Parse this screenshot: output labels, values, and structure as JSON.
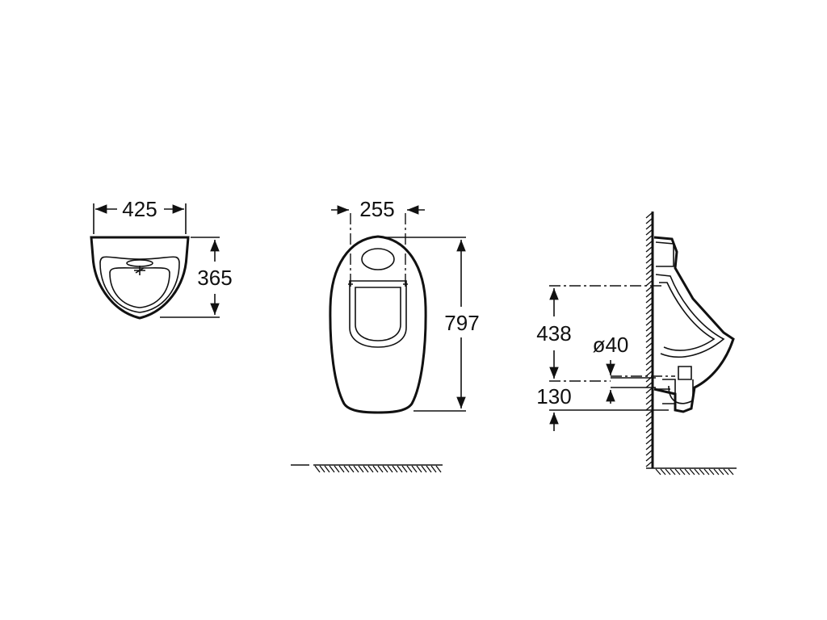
{
  "top_view": {
    "width_label": "425",
    "depth_label": "365"
  },
  "front_view": {
    "width_label": "255",
    "height_label": "797"
  },
  "side_view": {
    "height_label": "438",
    "outlet_label": "ø40",
    "offset_label": "130"
  },
  "colors": {
    "line": "#111111",
    "background": "#ffffff"
  }
}
